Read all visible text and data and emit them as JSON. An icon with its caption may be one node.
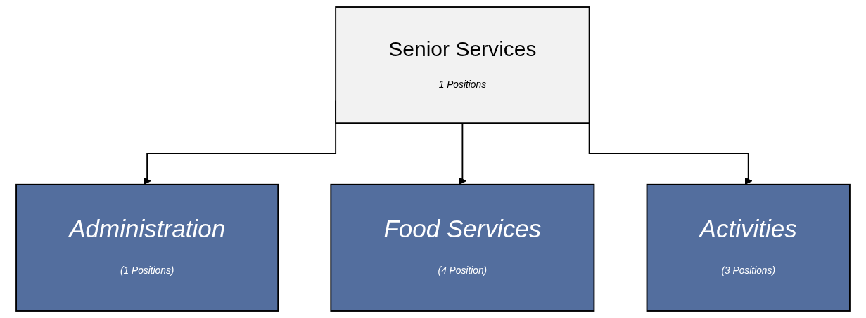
{
  "diagram": {
    "nodes": [
      {
        "text": [
          "Senior Services",
          "1 Positions"
        ]
      },
      {
        "text": [
          "Administration",
          "(1 Positions)"
        ]
      },
      {
        "text": [
          "Food Services",
          "(4 Position)"
        ]
      },
      {
        "text": [
          "Activities",
          "(3 Positions)"
        ]
      }
    ],
    "edges": [
      {
        "from": 0,
        "to": 1,
        "arrow": "to"
      },
      {
        "from": 0,
        "to": 2,
        "arrow": "to"
      },
      {
        "from": 0,
        "to": 3,
        "arrow": "to"
      }
    ]
  }
}
